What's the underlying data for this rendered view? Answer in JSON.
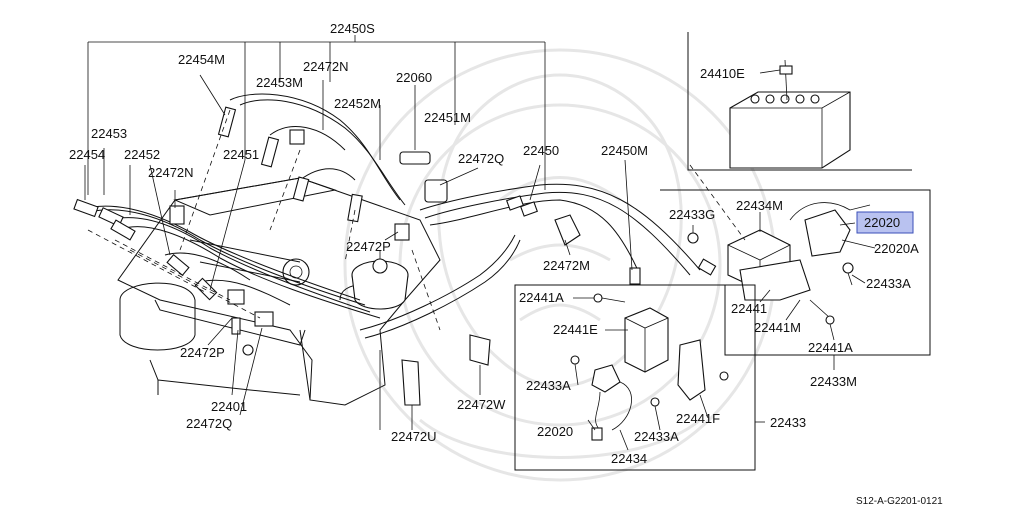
{
  "diagram": {
    "doc_code": "S12-A-G2201-0121",
    "highlight_color": "#b9c2f0",
    "highlighted_part": "22020",
    "labels": {
      "p22450S": "22450S",
      "p22454M": "22454M",
      "p22472N_top": "22472N",
      "p22453M": "22453M",
      "p22060": "22060",
      "p22452M": "22452M",
      "p22451M": "22451M",
      "p22453": "22453",
      "p22454": "22454",
      "p22452": "22452",
      "p22451": "22451",
      "p22472N_left": "22472N",
      "p22472Q_top": "22472Q",
      "p22450": "22450",
      "p22450M": "22450M",
      "p22472P_mid": "22472P",
      "p22472M": "22472M",
      "p22472P_low": "22472P",
      "p22401": "22401",
      "p22472Q_low": "22472Q",
      "p22472U": "22472U",
      "p22472W": "22472W",
      "p24410E": "24410E",
      "p22433G": "22433G",
      "p22434M": "22434M",
      "p22020_hl": "22020",
      "p22020A": "22020A",
      "p22433A_right": "22433A",
      "p22441": "22441",
      "p22441M": "22441M",
      "p22441A_right": "22441A",
      "p22433M": "22433M",
      "p22441A_box": "22441A",
      "p22441E": "22441E",
      "p22433A_box1": "22433A",
      "p22020_box": "22020",
      "p22433A_box2": "22433A",
      "p22441F": "22441F",
      "p22434": "22434",
      "p22433": "22433"
    }
  }
}
